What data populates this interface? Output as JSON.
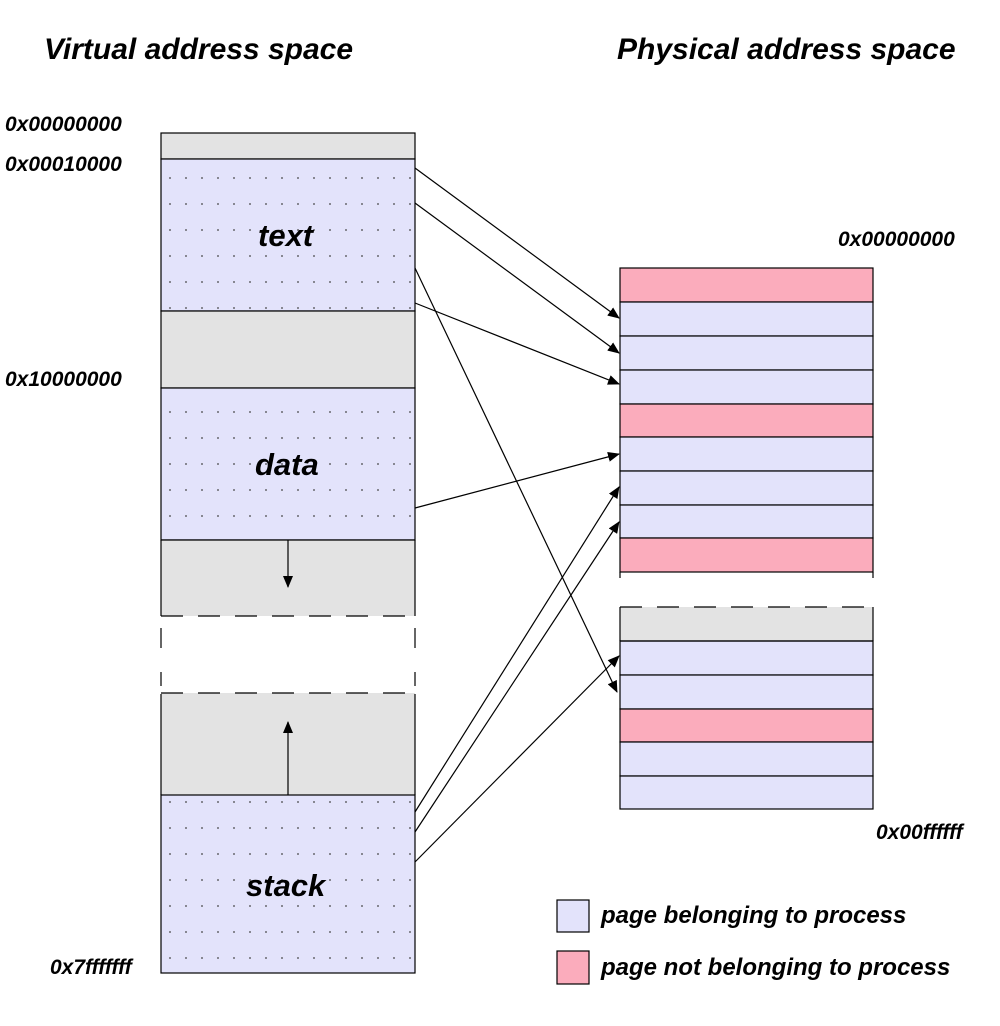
{
  "virtual": {
    "title": "Virtual address space",
    "addr_start": "0x00000000",
    "addr_text_start": "0x00010000",
    "addr_data_start": "0x10000000",
    "addr_end": "0x7fffffff",
    "segments": {
      "text": "text",
      "data": "data",
      "stack": "stack"
    }
  },
  "physical": {
    "title": "Physical address space",
    "addr_start": "0x00000000",
    "addr_end": "0x00ffffff"
  },
  "legend": {
    "belonging": "page belonging to process",
    "not_belonging": "page not belonging to process"
  },
  "colors": {
    "page_belonging": "#e3e3fb",
    "page_not_belonging": "#fbacbc",
    "unused": "#e3e3e3",
    "stroke": "#000000"
  }
}
